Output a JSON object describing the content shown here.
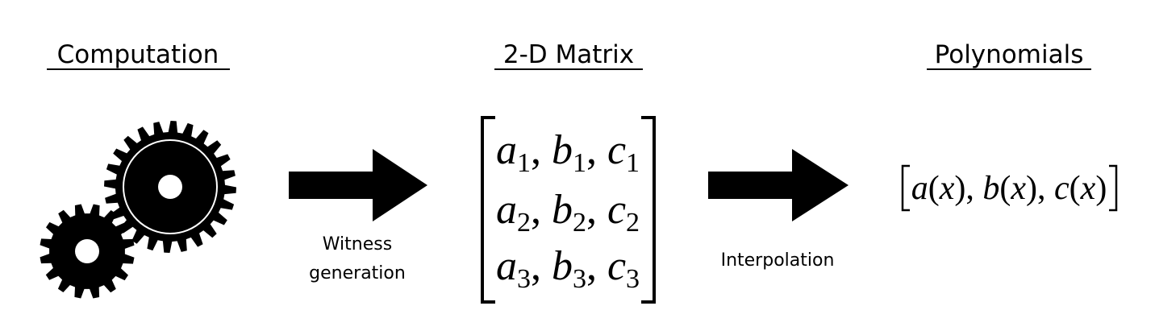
{
  "titles": {
    "computation": "Computation",
    "matrix": "2-D Matrix",
    "polynomials": "Polynomials"
  },
  "labels": {
    "witness_line1": "Witness",
    "witness_line2": "generation",
    "interpolation": "Interpolation"
  },
  "matrix": [
    [
      {
        "v": "a",
        "sub": "1"
      },
      {
        "v": "b",
        "sub": "1"
      },
      {
        "v": "c",
        "sub": "1"
      }
    ],
    [
      {
        "v": "a",
        "sub": "2"
      },
      {
        "v": "b",
        "sub": "2"
      },
      {
        "v": "c",
        "sub": "2"
      }
    ],
    [
      {
        "v": "a",
        "sub": "3"
      },
      {
        "v": "b",
        "sub": "3"
      },
      {
        "v": "c",
        "sub": "3"
      }
    ]
  ],
  "polynomials": [
    {
      "f": "a",
      "arg": "x"
    },
    {
      "f": "b",
      "arg": "x"
    },
    {
      "f": "c",
      "arg": "x"
    }
  ],
  "icons": [
    "gears-icon",
    "right-arrow-icon",
    "right-arrow-icon"
  ],
  "colors": {
    "ink": "#000000",
    "background": "#ffffff"
  }
}
